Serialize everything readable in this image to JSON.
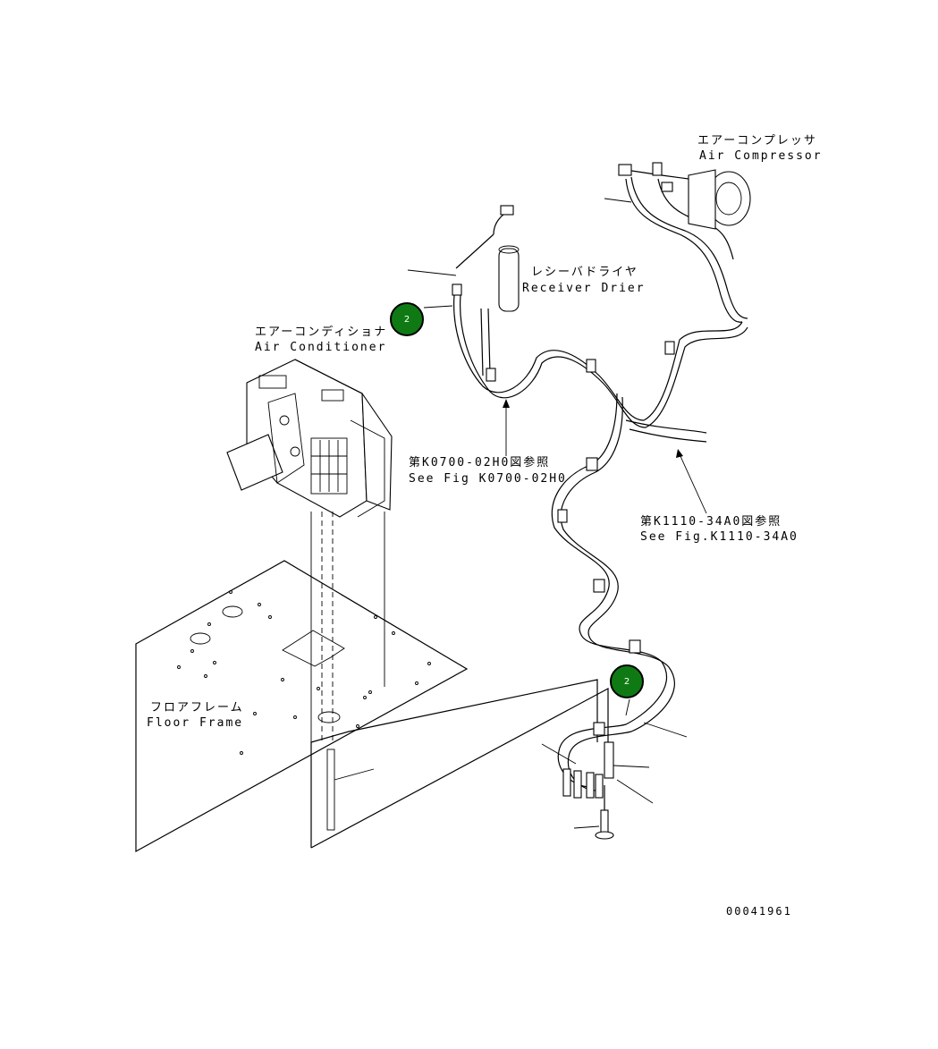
{
  "labels": {
    "air_compressor_jp": "エアーコンプレッサ",
    "air_compressor_en": "Air Compressor",
    "receiver_drier_jp": "レシーバドライヤ",
    "receiver_drier_en": "Receiver Drier",
    "air_conditioner_jp": "エアーコンディショナ",
    "air_conditioner_en": "Air Conditioner",
    "ref_k0700_jp": "第K0700-02H0図参照",
    "ref_k0700_en": "See Fig K0700-02H0",
    "ref_k1110_jp": "第K1110-34A0図参照",
    "ref_k1110_en": "See Fig.K1110-34A0",
    "floor_frame_jp": "フロアフレーム",
    "floor_frame_en": "Floor Frame",
    "drawing_number": "00041961"
  },
  "callouts": [
    {
      "number": "2",
      "color": "#0f7a13"
    },
    {
      "number": "2",
      "color": "#0f7a13"
    }
  ]
}
